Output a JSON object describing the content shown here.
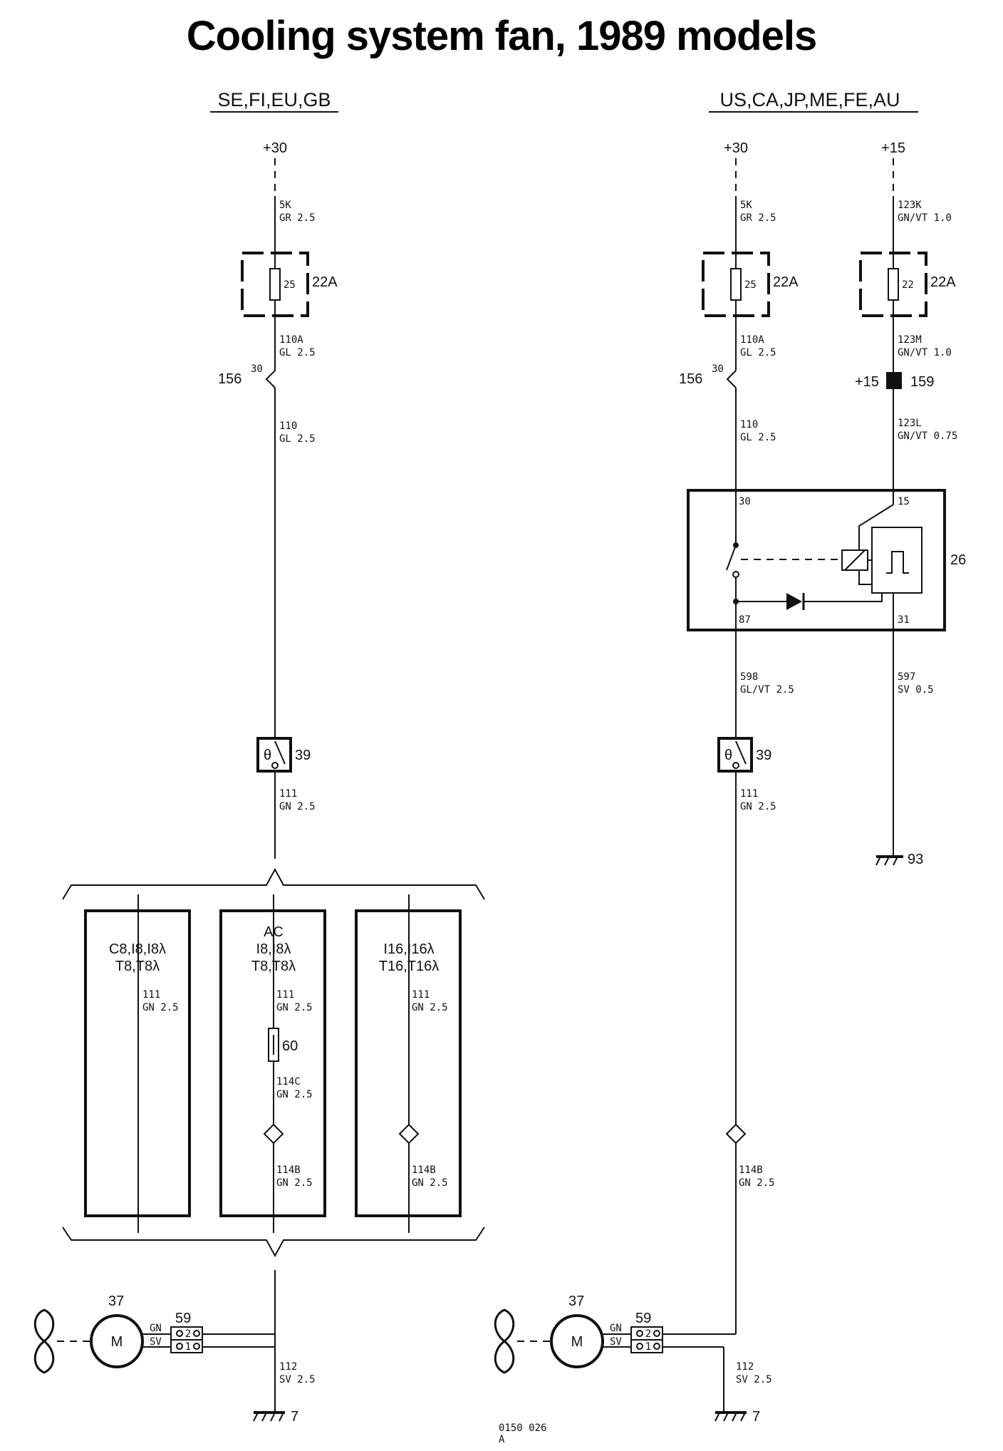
{
  "title": "Cooling system fan, 1989 models",
  "regions": {
    "left": "SE,FI,EU,GB",
    "right": "US,CA,JP,ME,FE,AU"
  },
  "left": {
    "supply": "+30",
    "w1_num": "5K",
    "w1_spec": "GR 2.5",
    "fuse_num": "25",
    "fuse_ref": "22A",
    "w2_num": "110A",
    "w2_spec": "GL 2.5",
    "conn_ref": "156",
    "conn_pin": "30",
    "w3_num": "110",
    "w3_spec": "GL 2.5",
    "thermo_ref": "39",
    "w4_num": "111",
    "w4_spec": "GN 2.5",
    "variant_a": {
      "line1": "C8,I8,I8λ",
      "line2": "T8,T8λ",
      "w_num": "111",
      "w_spec": "GN 2.5"
    },
    "variant_b": {
      "line0": "AC",
      "line1": "I8,I8λ",
      "line2": "T8,T8λ",
      "w_num": "111",
      "w_spec": "GN 2.5",
      "fuse_ref": "60",
      "w2_num": "114C",
      "w2_spec": "GN 2.5",
      "w3_num": "114B",
      "w3_spec": "GN 2.5"
    },
    "variant_c": {
      "line1": "I16,I16λ",
      "line2": "T16,T16λ",
      "w_num": "111",
      "w_spec": "GN 2.5",
      "w3_num": "114B",
      "w3_spec": "GN 2.5"
    },
    "motor_ref": "37",
    "motor_label": "M",
    "plug_ref": "59",
    "plug_gn": "GN",
    "plug_sv": "SV",
    "pin2": "2",
    "pin1": "1",
    "w5_num": "112",
    "w5_spec": "SV 2.5",
    "ground_ref": "7"
  },
  "right": {
    "supply_a": "+30",
    "supply_b": "+15",
    "wa1_num": "5K",
    "wa1_spec": "GR 2.5",
    "wb1_num": "123K",
    "wb1_spec": "GN/VT 1.0",
    "fuse_a_num": "25",
    "fuse_a_ref": "22A",
    "fuse_b_num": "22",
    "fuse_b_ref": "22A",
    "wa2_num": "110A",
    "wa2_spec": "GL 2.5",
    "wb2_num": "123M",
    "wb2_spec": "GN/VT 1.0",
    "conn_ref": "156",
    "conn_pin": "30",
    "splice_label": "+15",
    "splice_ref": "159",
    "wa3_num": "110",
    "wa3_spec": "GL 2.5",
    "wb3_num": "123L",
    "wb3_spec": "GN/VT 0.75",
    "relay_ref": "26",
    "relay_p30": "30",
    "relay_p15": "15",
    "relay_p87": "87",
    "relay_p31": "31",
    "wa4_num": "598",
    "wa4_spec": "GL/VT 2.5",
    "wb4_num": "597",
    "wb4_spec": "SV 0.5",
    "thermo_ref": "39",
    "wa5_num": "111",
    "wa5_spec": "GN 2.5",
    "ground_b_ref": "93",
    "wa6_num": "114B",
    "wa6_spec": "GN 2.5",
    "motor_ref": "37",
    "motor_label": "M",
    "plug_ref": "59",
    "plug_gn": "GN",
    "plug_sv": "SV",
    "pin2": "2",
    "pin1": "1",
    "w7_num": "112",
    "w7_spec": "SV 2.5",
    "ground_ref": "7"
  },
  "footer": {
    "code": "0150 026",
    "rev": "A"
  }
}
